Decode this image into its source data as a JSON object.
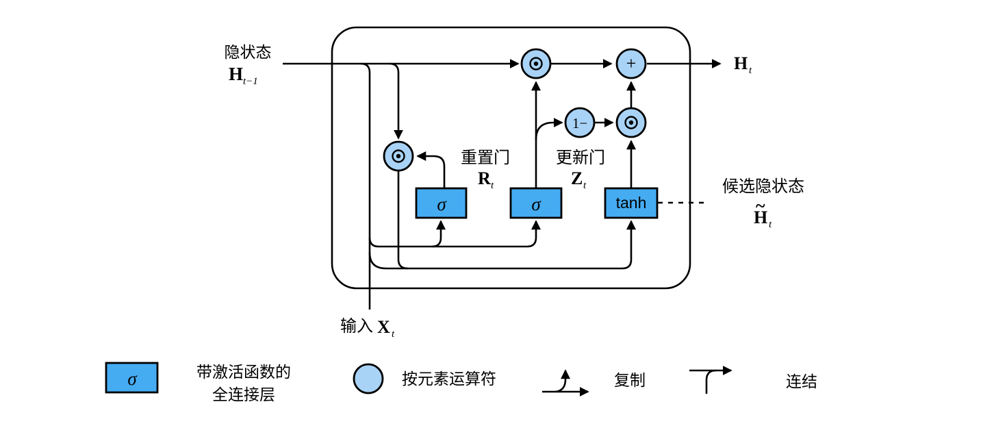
{
  "figure": {
    "hidden_state_label": "隐状态",
    "hidden_state_sym": "H",
    "hidden_state_sub": "t−1",
    "output_sym": "H",
    "output_sub": "t",
    "input_label": "输入",
    "input_sym": "X",
    "input_sub": "t",
    "reset_gate_label": "重置门",
    "reset_gate_sym": "R",
    "reset_gate_sub": "t",
    "update_gate_label": "更新门",
    "update_gate_sym": "Z",
    "update_gate_sub": "t",
    "candidate_label": "候选隐状态",
    "candidate_tilde": "~",
    "candidate_sym": "H",
    "candidate_sub": "t",
    "sigma1_label": "σ",
    "sigma2_label": "σ",
    "tanh_label": "tanh",
    "one_minus_label": "1−",
    "plus_label": "+"
  },
  "legend": {
    "fc_symbol": "σ",
    "fc_line1": "带激活函数的",
    "fc_line2": "全连接层",
    "elementwise": "按元素运算符",
    "copy": "复制",
    "concat": "连结"
  },
  "colors": {
    "box_fill": "#45ACF2",
    "circle_fill": "#A9D3F6",
    "stroke": "#000000",
    "background": "#FFFFFF"
  }
}
